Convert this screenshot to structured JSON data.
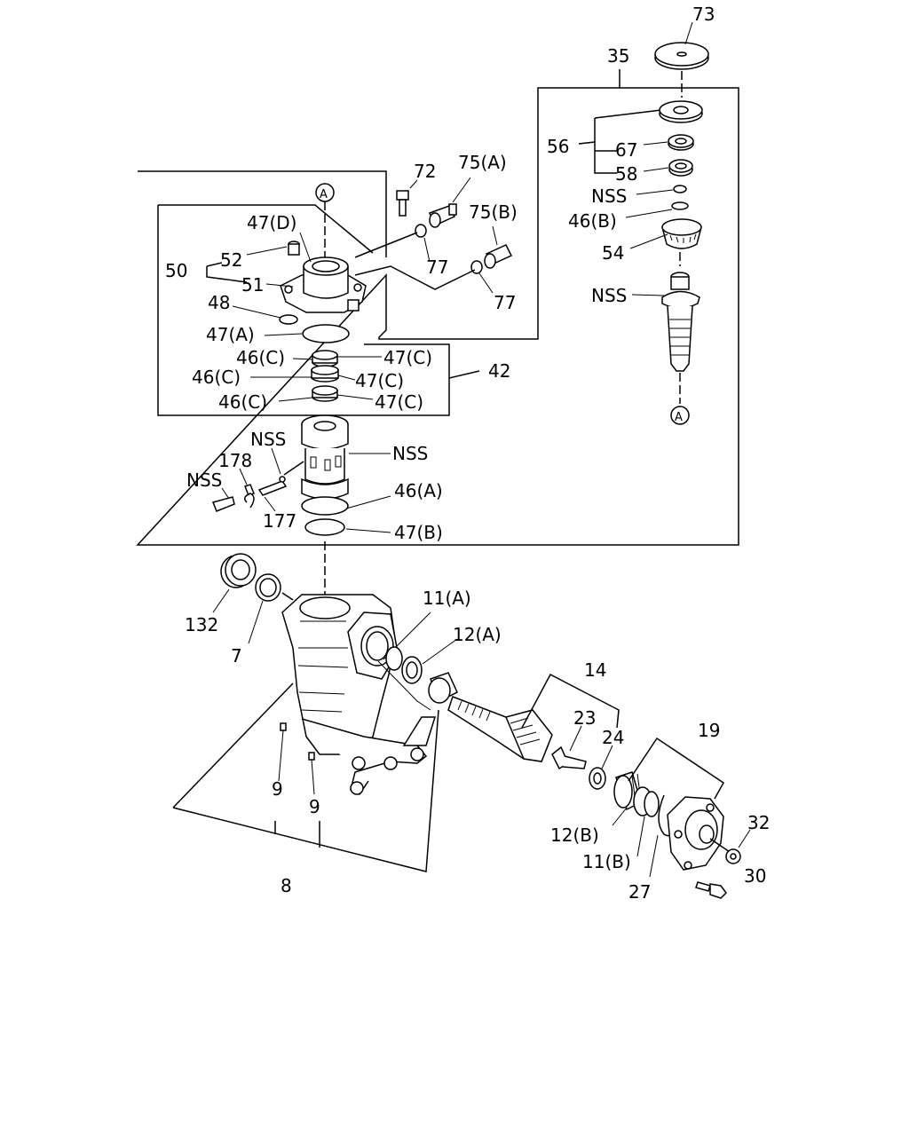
{
  "callouts": {
    "p73": "73",
    "p35": "35",
    "p56": "56",
    "p67": "67",
    "p58": "58",
    "nss_top": "NSS",
    "p46b": "46(B)",
    "p54": "54",
    "nss_mid": "NSS",
    "a_right": "A",
    "p72": "72",
    "p75a": "75(A)",
    "p75b": "75(B)",
    "p77a": "77",
    "p77b": "77",
    "a_top": "A",
    "p47d": "47(D)",
    "p52": "52",
    "p50": "50",
    "p51": "51",
    "p48": "48",
    "p47a": "47(A)",
    "p46c1": "46(C)",
    "p47c1": "47(C)",
    "p46c2": "46(C)",
    "p47c2": "47(C)",
    "p46c3": "46(C)",
    "p47c3": "47(C)",
    "p42": "42",
    "nss_l1": "NSS",
    "p178": "178",
    "nss_r": "NSS",
    "nss_l2": "NSS",
    "p177": "177",
    "p46a": "46(A)",
    "p47b": "47(B)",
    "p132": "132",
    "p7": "7",
    "p11a": "11(A)",
    "p12a": "12(A)",
    "p14": "14",
    "p23": "23",
    "p24": "24",
    "p19": "19",
    "p9a": "9",
    "p9b": "9",
    "p8": "8",
    "p12b": "12(B)",
    "p11b": "11(B)",
    "p27": "27",
    "p32": "32",
    "p30": "30"
  }
}
